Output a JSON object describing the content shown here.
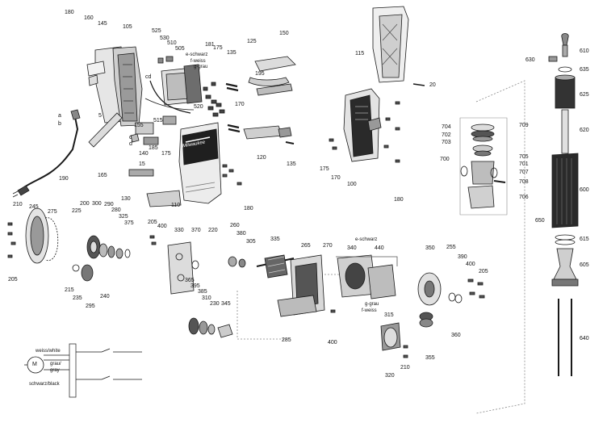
{
  "part_numbers": {
    "p5": "5",
    "p15": "15",
    "p20": "20",
    "p100": "100",
    "p105": "105",
    "p110": "110",
    "p115": "115",
    "p120": "120",
    "p125": "125",
    "p130": "130",
    "p135a": "135",
    "p135b": "135",
    "p140": "140",
    "p145": "145",
    "p150": "150",
    "p155": "155",
    "p160": "160",
    "p165": "165",
    "p170a": "170",
    "p170b": "170",
    "p175a": "175",
    "p175b": "175",
    "p175c": "175",
    "p180a": "180",
    "p180b": "180",
    "p180c": "180",
    "p181": "181",
    "p185": "185",
    "p190": "190",
    "p195": "195",
    "p200": "200",
    "p205a": "205",
    "p205b": "205",
    "p205c": "205",
    "p210a": "210",
    "p210b": "210",
    "p215": "215",
    "p220": "220",
    "p225": "225",
    "p230": "230",
    "p235": "235",
    "p240": "240",
    "p245": "245",
    "p255": "255",
    "p260": "260",
    "p265": "265",
    "p270": "270",
    "p275": "275",
    "p280": "280",
    "p285": "285",
    "p290": "290",
    "p295": "295",
    "p300": "300",
    "p305": "305",
    "p310": "310",
    "p315": "315",
    "p320": "320",
    "p325": "325",
    "p330": "330",
    "p335": "335",
    "p340": "340",
    "p345": "345",
    "p350": "350",
    "p355": "355",
    "p360": "360",
    "p365": "365",
    "p370": "370",
    "p375": "375",
    "p380": "380",
    "p385": "385",
    "p390": "390",
    "p395": "395",
    "p400a": "400",
    "p400b": "400",
    "p400c": "400",
    "p440": "440",
    "p505": "505",
    "p510": "510",
    "p515": "515",
    "p520": "520",
    "p525": "525",
    "p530": "530",
    "p600": "600",
    "p605": "605",
    "p610": "610",
    "p615": "615",
    "p620": "620",
    "p625": "625",
    "p630": "630",
    "p635": "635",
    "p640": "640",
    "p650": "650",
    "p700": "700",
    "p701": "701",
    "p702": "702",
    "p703": "703",
    "p704": "704",
    "p705": "705",
    "p706": "706",
    "p707": "707",
    "p708": "708",
    "p709": "709"
  },
  "letters": {
    "a": "a",
    "b": "b",
    "c": "c",
    "d": "d",
    "cd": "cd"
  },
  "wire_labels": {
    "e_schwarz_top": "e-schwarz",
    "f_weiss_top": "f-weiss",
    "g_grau_top": "g-grau",
    "e_schwarz_mid": "e-schwarz",
    "f_weiss_mid": "f-weiss",
    "g_grau_mid": "g-grau"
  },
  "schematic": {
    "motor": "M",
    "white": "weiss/white",
    "gray1": "grau/",
    "gray2": "gray",
    "black": "schwarz/black"
  },
  "brand_mark": "Milwaukee"
}
